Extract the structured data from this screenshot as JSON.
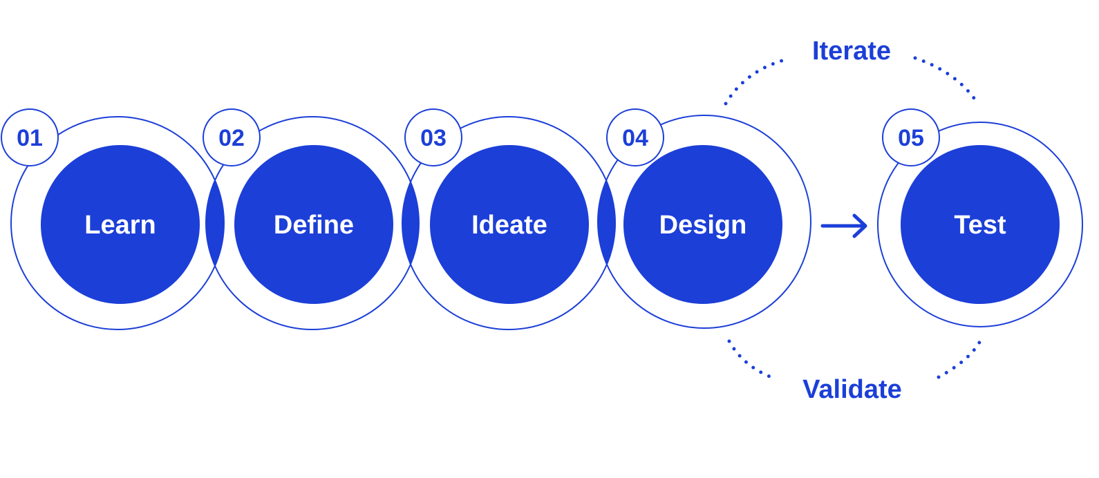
{
  "colors": {
    "primary": "#1c3fd8",
    "on_primary": "#ffffff",
    "background": "#ffffff"
  },
  "steps": [
    {
      "number": "01",
      "label": "Learn"
    },
    {
      "number": "02",
      "label": "Define"
    },
    {
      "number": "03",
      "label": "Ideate"
    },
    {
      "number": "04",
      "label": "Design"
    },
    {
      "number": "05",
      "label": "Test"
    }
  ],
  "loop": {
    "top_label": "Iterate",
    "bottom_label": "Validate"
  },
  "arrow_icon": "arrow-right-icon"
}
